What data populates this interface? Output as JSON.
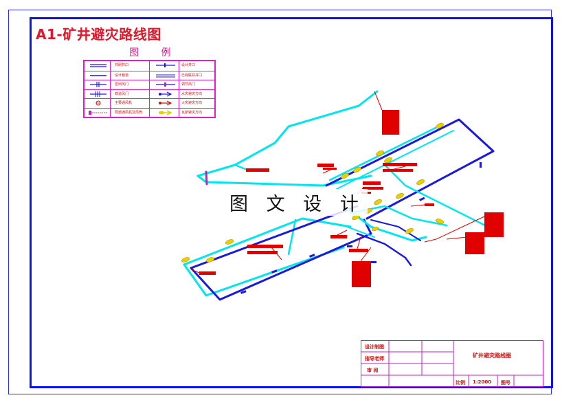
{
  "title": "A1-矿井避灾路线图",
  "legend": {
    "heading": "图 例",
    "rows": [
      {
        "left": "井硐井口",
        "right": "设计井口"
      },
      {
        "left": "设计巷道",
        "right": "已有联井井口"
      },
      {
        "left": "密闭风门",
        "right": "调节风门"
      },
      {
        "left": "双道风门",
        "right": "水灾避灾方向"
      },
      {
        "left": "主要通风机",
        "right": "火灾避灾方向"
      },
      {
        "left": "局部通风机及风筒",
        "right": "瓦斯避灾方向"
      }
    ]
  },
  "watermark": "图 文 设 计",
  "title_block": {
    "designer_label": "设计制图",
    "advisor_label": "指导老师",
    "reviewer_label": "审 阅",
    "drawing_name": "矿井避灾路线图",
    "scale_label": "比例",
    "scale_value": "1:2000",
    "sheet_label": "图号"
  },
  "colors": {
    "frame": "#1010e8",
    "title": "#e0162a",
    "cyan_roadway": "#00e5ee",
    "blue_roadway": "#1a1ad8",
    "label_red": "#e00000",
    "legend_border": "#e020c0"
  }
}
